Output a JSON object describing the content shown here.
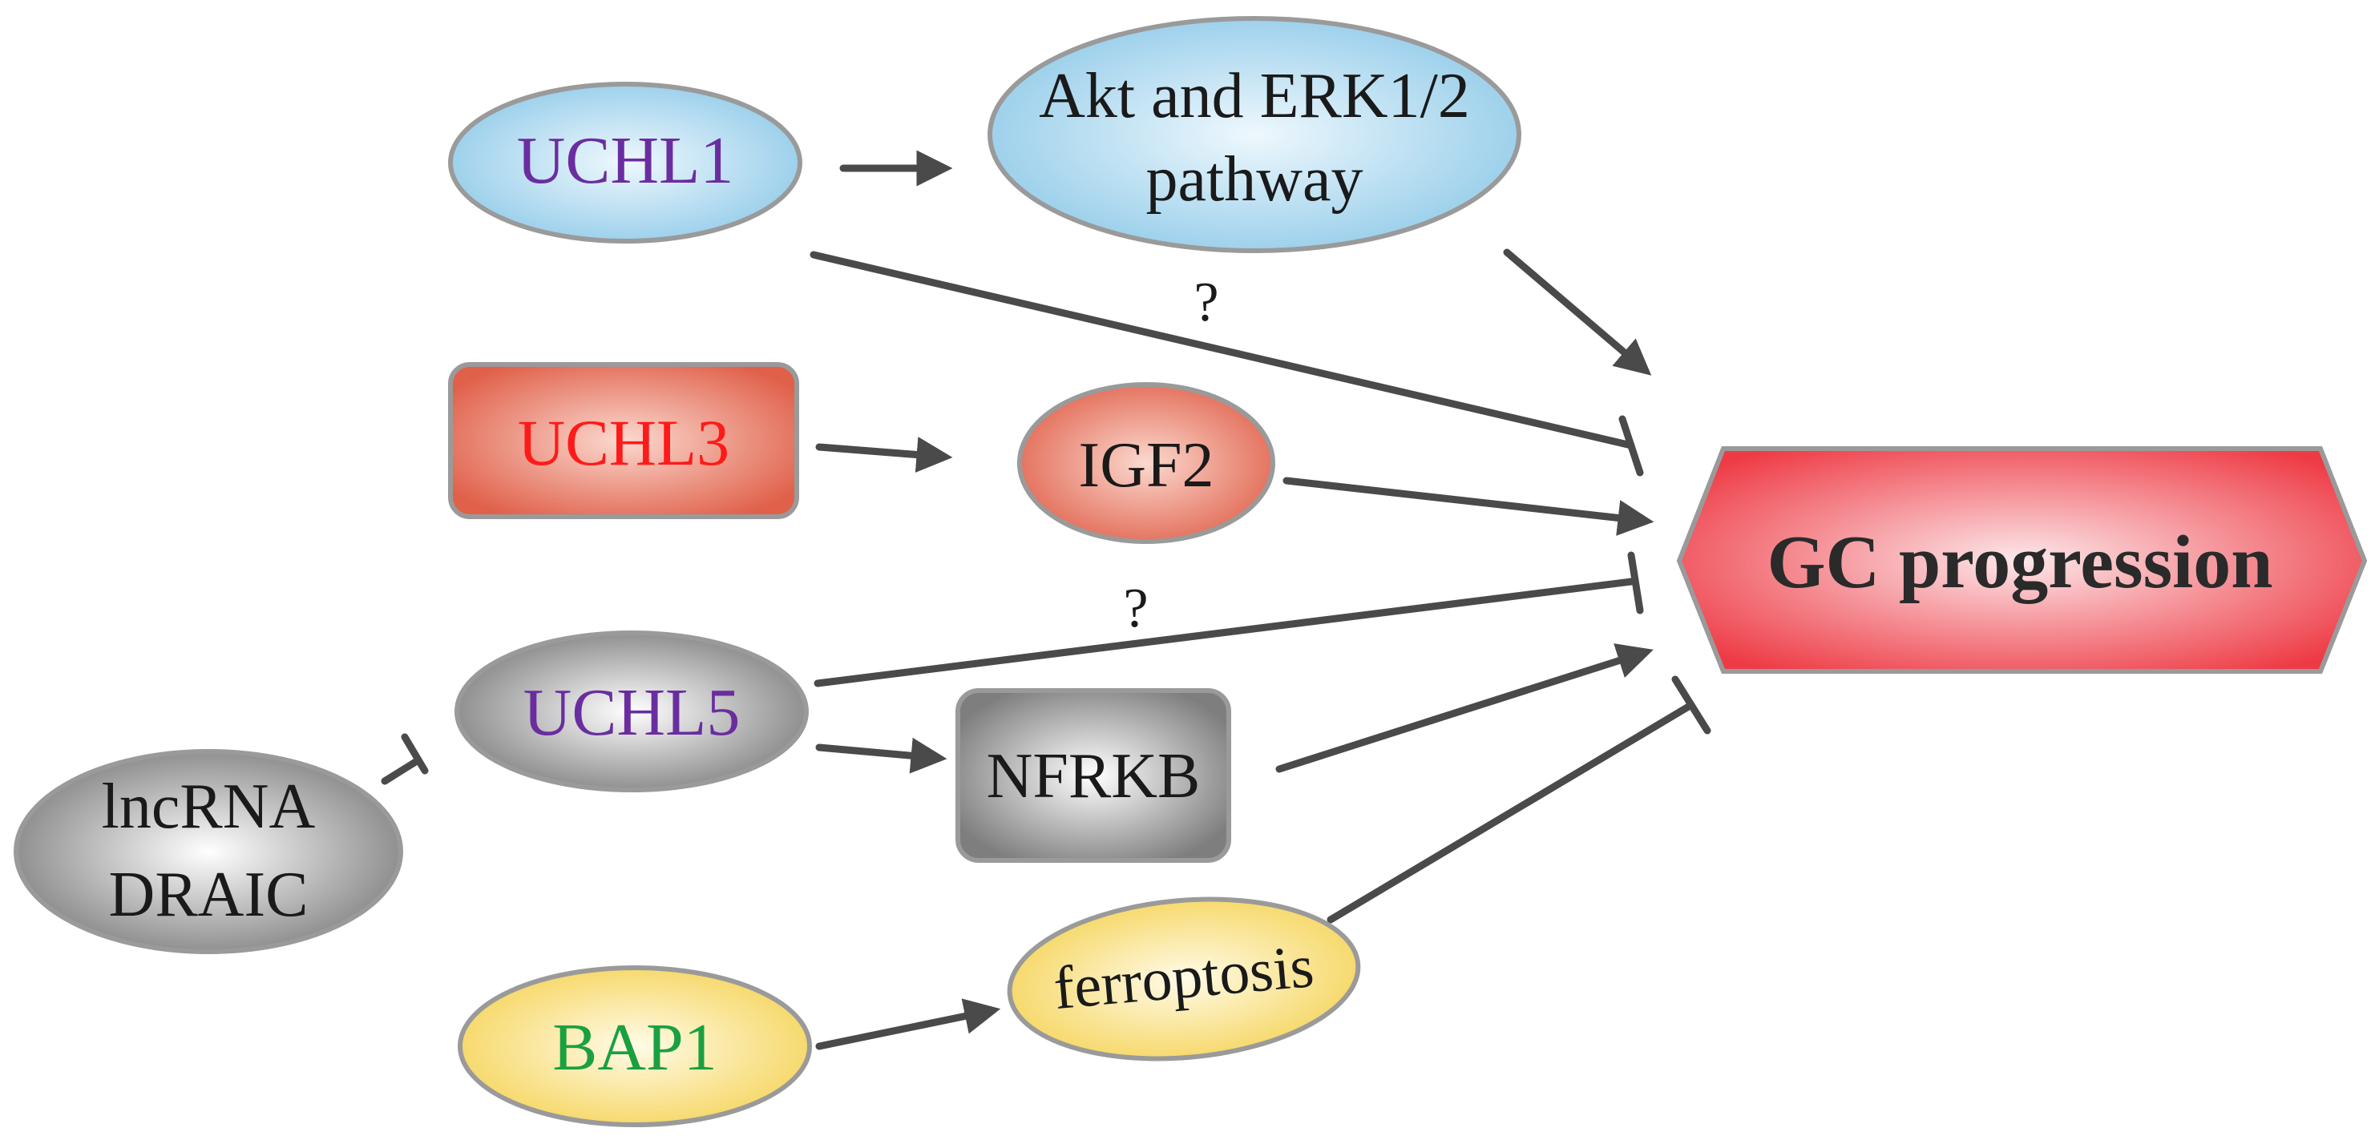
{
  "nodes": {
    "uchl1": {
      "label": "UCHL1",
      "text_color": "#6a2da0"
    },
    "akt": {
      "line1": "Akt and ERK1/2",
      "line2": "pathway",
      "text_color": "#1a1a1a"
    },
    "uchl3": {
      "label": "UCHL3",
      "text_color": "#ff1a1a"
    },
    "igf2": {
      "label": "IGF2",
      "text_color": "#1a1a1a"
    },
    "uchl5": {
      "label": "UCHL5",
      "text_color": "#6a2da0"
    },
    "nfrkb": {
      "label": "NFRKB",
      "text_color": "#1a1a1a"
    },
    "lncrna": {
      "line1": "lncRNA",
      "line2": "DRAIC",
      "text_color": "#1a1a1a"
    },
    "bap1": {
      "label": "BAP1",
      "text_color": "#1aa040"
    },
    "ferroptosis": {
      "label": "ferroptosis",
      "text_color": "#1a1a1a"
    },
    "gc": {
      "label": "GC progression",
      "text_color": "#2a2a2a"
    }
  },
  "annotations": {
    "q1": "?",
    "q2": "?"
  },
  "colors": {
    "blue_fill": "#a9d8ef",
    "red_fill": "#e4715a",
    "grey_fill": "#8f8f8f",
    "yellow_fill": "#f7dc6f",
    "gc_fill": "#f0434a",
    "stroke": "#9a9a9a",
    "edge": "#4a4a4a"
  },
  "edges": [
    {
      "id": "uchl1-to-akt",
      "kind": "activate"
    },
    {
      "id": "akt-to-gc",
      "kind": "activate"
    },
    {
      "id": "uchl1-inhibits-gc",
      "kind": "inhibit"
    },
    {
      "id": "uchl3-to-igf2",
      "kind": "activate"
    },
    {
      "id": "igf2-to-gc",
      "kind": "activate"
    },
    {
      "id": "uchl5-inhibits-gc",
      "kind": "inhibit"
    },
    {
      "id": "uchl5-to-nfrkb",
      "kind": "activate"
    },
    {
      "id": "nfrkb-to-gc",
      "kind": "activate"
    },
    {
      "id": "lncrna-inhibits-uchl5",
      "kind": "inhibit"
    },
    {
      "id": "bap1-to-ferroptosis",
      "kind": "activate"
    },
    {
      "id": "ferroptosis-inhibits-gc",
      "kind": "inhibit"
    }
  ]
}
